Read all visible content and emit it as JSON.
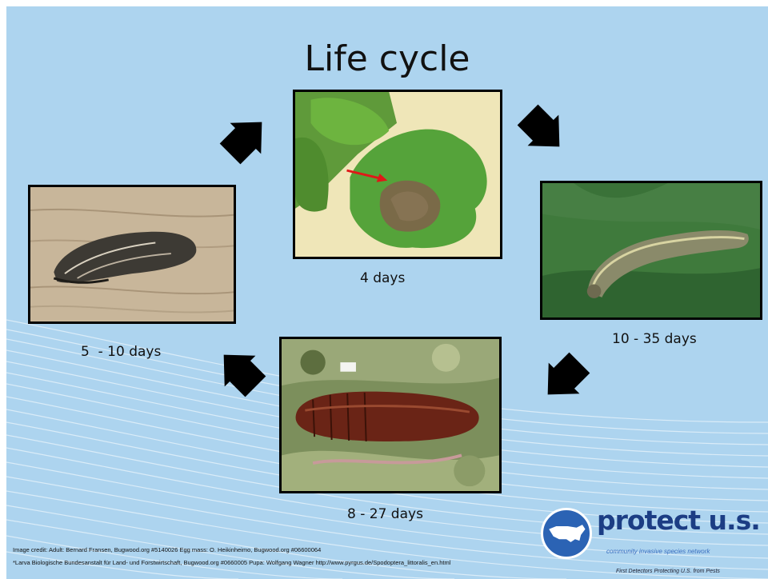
{
  "slide": {
    "title": "Life cycle",
    "stages": {
      "egg": {
        "caption": "4 days",
        "image_alt": "Egg mass on leaf"
      },
      "larva": {
        "caption": "10 - 35 days",
        "image_alt": "Larva on leaf"
      },
      "pupa": {
        "caption": "8 - 27 days",
        "image_alt": "Pupa in leaf litter"
      },
      "adult": {
        "caption": "5  - 10 days",
        "image_alt": "Adult moth on wood"
      }
    },
    "credits": {
      "line1": "Image credit:  Adult: Bernard Fransen, Bugwood.org #5140026 Egg mass: O. Heikinheimo, Bugwood.org #06600064",
      "line2": "*Larva Biologische Bundesanstalt für Land- und Forstwirtschaft, Bugwood.org #0660005 Pupa: Wolfgang Wagner http://www.pyrgus.de/Spodoptera_littoralis_en.html"
    },
    "logo": {
      "brand": "protect u.s.",
      "tagline": "community invasive species network",
      "subtag": "First Detectors Protecting U.S. from Pests"
    }
  },
  "colors": {
    "background": "#add4ef",
    "arrow": "#000000",
    "brand": "#1c3d84"
  },
  "icons": {
    "arrows": [
      "arrow-up-right-icon",
      "arrow-down-right-icon",
      "arrow-down-left-icon",
      "arrow-up-left-icon"
    ],
    "logo": "us-map-globe-icon"
  }
}
